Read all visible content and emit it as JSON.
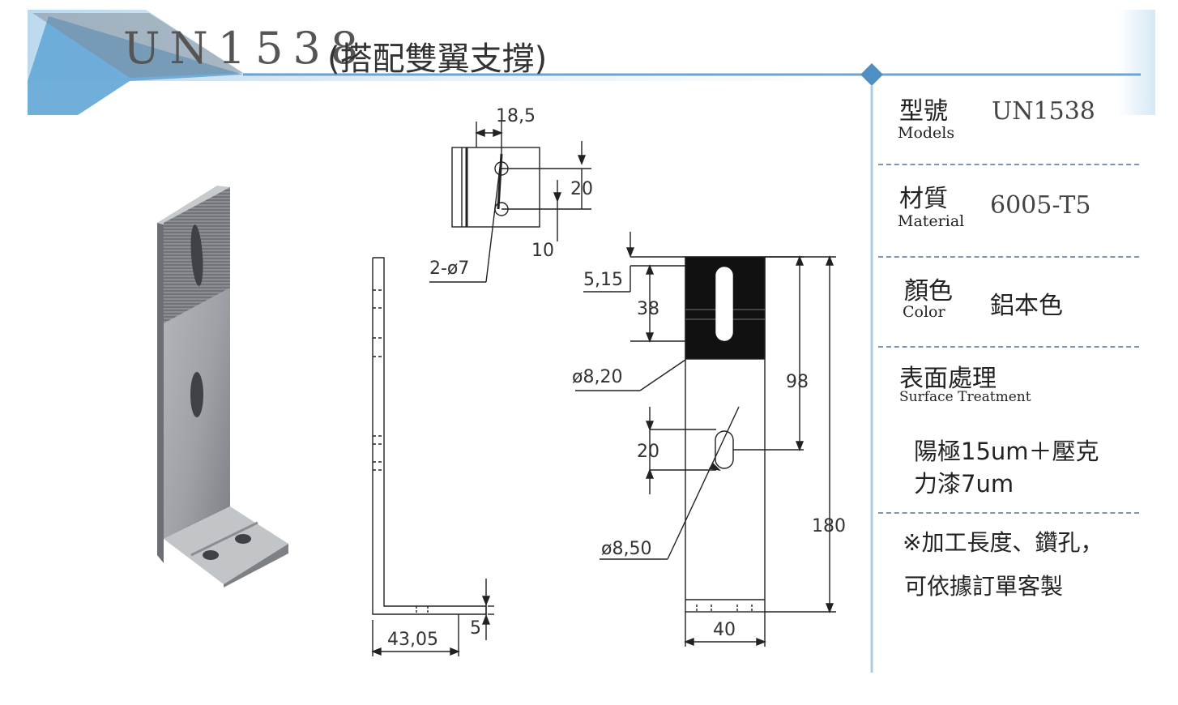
{
  "title": {
    "model": "UN1538",
    "subtitle": "(搭配雙翼支撐)"
  },
  "specs": {
    "model_label": "型號",
    "model_label_en": "Models",
    "model_value": "UN1538",
    "material_label": "材質",
    "material_label_en": "Material",
    "material_value": "6005-T5",
    "color_label": "顏色",
    "color_label_en": "Color",
    "color_value": "鋁本色",
    "surface_label": "表面處理",
    "surface_label_en": "Surface Treatment",
    "surface_value_line1": "陽極15um＋壓克",
    "surface_value_line2": "力漆7um",
    "note_line1": "※加工長度、鑽孔，",
    "note_line2": "可依據訂單客製"
  },
  "dimensions": {
    "top_width": "18,5",
    "top_spacing": "20",
    "top_offset": "10",
    "top_holes": "2-ø7",
    "front_top_offset": "5,15",
    "front_band": "38",
    "front_slot_upper": "ø8,20",
    "front_slot_height": "98",
    "front_slot_lower_len": "20",
    "front_slot_lower": "ø8,50",
    "front_total": "180",
    "front_width": "40",
    "side_depth": "43,05",
    "side_thickness": "5"
  }
}
